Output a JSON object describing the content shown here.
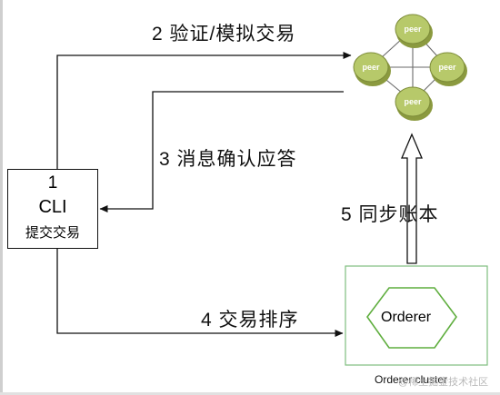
{
  "steps": {
    "step2": "2  验证/模拟交易",
    "step3": "3  消息确认应答",
    "step4": "4  交易排序",
    "step5": "5  同步账本"
  },
  "cli": {
    "number": "1",
    "name": "CLI",
    "subtitle": "提交交易"
  },
  "peers": {
    "label": "peer"
  },
  "orderer": {
    "label": "Orderer",
    "cluster_label": "Orderer cluster"
  },
  "watermark": "@稀土掘金技术社区",
  "colors": {
    "line": "#111111",
    "peer_fill": "#b7c96a",
    "cluster_border": "#7fbf7f",
    "hexagon": "#5fae3e"
  }
}
